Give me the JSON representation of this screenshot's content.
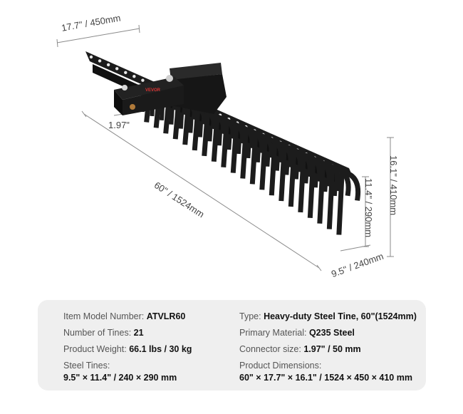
{
  "dimensions": {
    "width_label": "17.7\" / 450mm",
    "connector_label": "1.97\"",
    "length_label": "60\" / 1524mm",
    "total_height_label": "16.1\" / 410mm",
    "tine_height_label": "11.4\" / 290mm",
    "tine_depth_label": "9.5\" / 240mm"
  },
  "brand_text": "VEVOR",
  "colors": {
    "steel": "#1c1c1c",
    "panel": "#efefef",
    "dim_line": "#8a8a8a"
  },
  "specs": {
    "model_label": "Item Model Number:",
    "model_value": "ATVLR60",
    "type_label": "Type:",
    "type_value": "Heavy-duty Steel Tine, 60\"(1524mm)",
    "tines_label": "Number of Tines:",
    "tines_value": "21",
    "material_label": "Primary Material:",
    "material_value": "Q235 Steel",
    "weight_label": "Product Weight:",
    "weight_value": "66.1 lbs / 30 kg",
    "connector_label": "Connector size:",
    "connector_value": "1.97\" / 50 mm",
    "steel_tines_label": "Steel Tines:",
    "steel_tines_value": "9.5\" × 11.4\" / 240 × 290 mm",
    "dimensions_label": "Product Dimensions:",
    "dimensions_value": "60\" × 17.7\" × 16.1\" / 1524 × 450 × 410 mm"
  }
}
